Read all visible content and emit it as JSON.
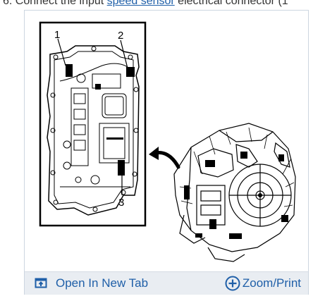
{
  "step": {
    "prefix": "6. Connect the input ",
    "link": "speed sensor",
    "suffix": " electrical connector (1"
  },
  "figure": {
    "callouts": [
      "1",
      "2",
      "3"
    ]
  },
  "toolbar": {
    "open_label": "Open In New Tab",
    "zoom_label": "Zoom/Print"
  },
  "icons": {
    "open": "open-new-tab-icon",
    "zoom": "zoom-plus-icon"
  },
  "colors": {
    "link": "#1f5fa8",
    "toolbar_bg": "#e9edf2"
  }
}
